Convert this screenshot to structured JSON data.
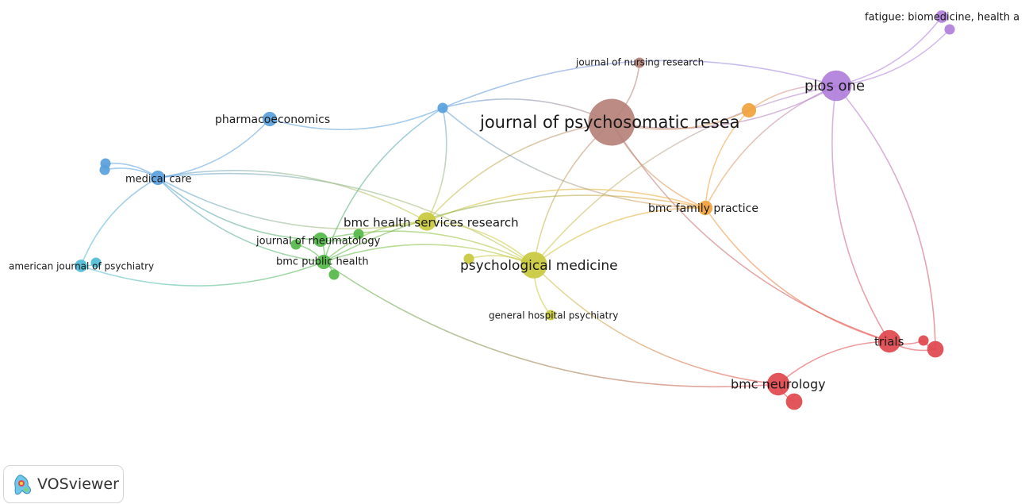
{
  "network": {
    "clusters": {
      "brown": "#b5817a",
      "purple": "#b07fdc",
      "orange": "#f0a23c",
      "blue": "#5a9fdc",
      "green": "#54b848",
      "yellow": "#c9c93e",
      "cyan": "#4fbcd6",
      "red": "#e0474c"
    },
    "nodes": [
      {
        "id": "jpr",
        "label": "journal of psychosomatic resea",
        "cluster": "brown",
        "weight": 10
      },
      {
        "id": "jnr",
        "label": "journal of nursing research",
        "cluster": "brown",
        "weight": 1
      },
      {
        "id": "plos",
        "label": "plos one",
        "cluster": "purple",
        "weight": 6
      },
      {
        "id": "fatigue",
        "label": "fatigue: biomedicine, health a",
        "cluster": "purple",
        "weight": 1.5
      },
      {
        "id": "p2",
        "label": "",
        "cluster": "purple",
        "weight": 1
      },
      {
        "id": "or1",
        "label": "",
        "cluster": "orange",
        "weight": 2
      },
      {
        "id": "bfp",
        "label": "bmc family practice",
        "cluster": "orange",
        "weight": 2
      },
      {
        "id": "pharm",
        "label": "pharmacoeconomics",
        "cluster": "blue",
        "weight": 2
      },
      {
        "id": "b1",
        "label": "",
        "cluster": "blue",
        "weight": 1
      },
      {
        "id": "mc",
        "label": "medical care",
        "cluster": "blue",
        "weight": 2
      },
      {
        "id": "b2",
        "label": "",
        "cluster": "blue",
        "weight": 1
      },
      {
        "id": "b3",
        "label": "",
        "cluster": "blue",
        "weight": 1
      },
      {
        "id": "ajp",
        "label": "american journal of psychiatry",
        "cluster": "cyan",
        "weight": 1.5
      },
      {
        "id": "c2",
        "label": "",
        "cluster": "cyan",
        "weight": 1
      },
      {
        "id": "jrh",
        "label": "journal of rheumatology",
        "cluster": "green",
        "weight": 2
      },
      {
        "id": "g1",
        "label": "",
        "cluster": "green",
        "weight": 1
      },
      {
        "id": "g2",
        "label": "",
        "cluster": "green",
        "weight": 1
      },
      {
        "id": "bph",
        "label": "bmc public health",
        "cluster": "green",
        "weight": 2
      },
      {
        "id": "g3",
        "label": "",
        "cluster": "green",
        "weight": 1
      },
      {
        "id": "bhsr",
        "label": "bmc health services research",
        "cluster": "yellow",
        "weight": 3
      },
      {
        "id": "pm",
        "label": "psychological medicine",
        "cluster": "yellow",
        "weight": 5
      },
      {
        "id": "y1",
        "label": "",
        "cluster": "yellow",
        "weight": 1
      },
      {
        "id": "ghp",
        "label": "general hospital psychiatry",
        "cluster": "yellow",
        "weight": 1
      },
      {
        "id": "trials",
        "label": "trials",
        "cluster": "red",
        "weight": 4
      },
      {
        "id": "r1",
        "label": "",
        "cluster": "red",
        "weight": 1
      },
      {
        "id": "r2",
        "label": "",
        "cluster": "red",
        "weight": 2.5
      },
      {
        "id": "bn",
        "label": "bmc neurology",
        "cluster": "red",
        "weight": 4
      },
      {
        "id": "r3",
        "label": "",
        "cluster": "red",
        "weight": 2.5
      }
    ],
    "links": [
      [
        "jpr",
        "plos"
      ],
      [
        "jpr",
        "jnr"
      ],
      [
        "jpr",
        "or1"
      ],
      [
        "jpr",
        "b1"
      ],
      [
        "jpr",
        "bhsr"
      ],
      [
        "jpr",
        "pm"
      ],
      [
        "jpr",
        "bfp"
      ],
      [
        "jpr",
        "trials"
      ],
      [
        "plos",
        "fatigue"
      ],
      [
        "plos",
        "p2"
      ],
      [
        "plos",
        "or1"
      ],
      [
        "plos",
        "b1"
      ],
      [
        "plos",
        "pm"
      ],
      [
        "plos",
        "trials"
      ],
      [
        "plos",
        "bfp"
      ],
      [
        "or1",
        "bfp"
      ],
      [
        "bfp",
        "pm"
      ],
      [
        "bfp",
        "bhsr"
      ],
      [
        "bfp",
        "bph"
      ],
      [
        "bfp",
        "trials"
      ],
      [
        "pm",
        "bhsr"
      ],
      [
        "pm",
        "bph"
      ],
      [
        "pm",
        "jrh"
      ],
      [
        "pm",
        "ghp"
      ],
      [
        "pm",
        "y1"
      ],
      [
        "pm",
        "bn"
      ],
      [
        "pm",
        "mc"
      ],
      [
        "bhsr",
        "mc"
      ],
      [
        "bhsr",
        "bph"
      ],
      [
        "bhsr",
        "b1"
      ],
      [
        "mc",
        "pharm"
      ],
      [
        "mc",
        "bph"
      ],
      [
        "mc",
        "jrh"
      ],
      [
        "mc",
        "ajp"
      ],
      [
        "mc",
        "b2"
      ],
      [
        "mc",
        "b3"
      ],
      [
        "mc",
        "bhsr"
      ],
      [
        "pharm",
        "b1"
      ],
      [
        "b1",
        "bph"
      ],
      [
        "b1",
        "bfp"
      ],
      [
        "ajp",
        "bph"
      ],
      [
        "ajp",
        "c2"
      ],
      [
        "bph",
        "bn"
      ],
      [
        "bph",
        "jrh"
      ],
      [
        "bph",
        "g1"
      ],
      [
        "jrh",
        "g2"
      ],
      [
        "g3",
        "bph"
      ],
      [
        "trials",
        "r1"
      ],
      [
        "trials",
        "r2"
      ],
      [
        "trials",
        "bn"
      ],
      [
        "bn",
        "r3"
      ],
      [
        "r1",
        "r2"
      ],
      [
        "r2",
        "plos"
      ]
    ]
  },
  "logo": {
    "text": "VOSviewer",
    "icon": "vosviewer-logo-icon"
  }
}
